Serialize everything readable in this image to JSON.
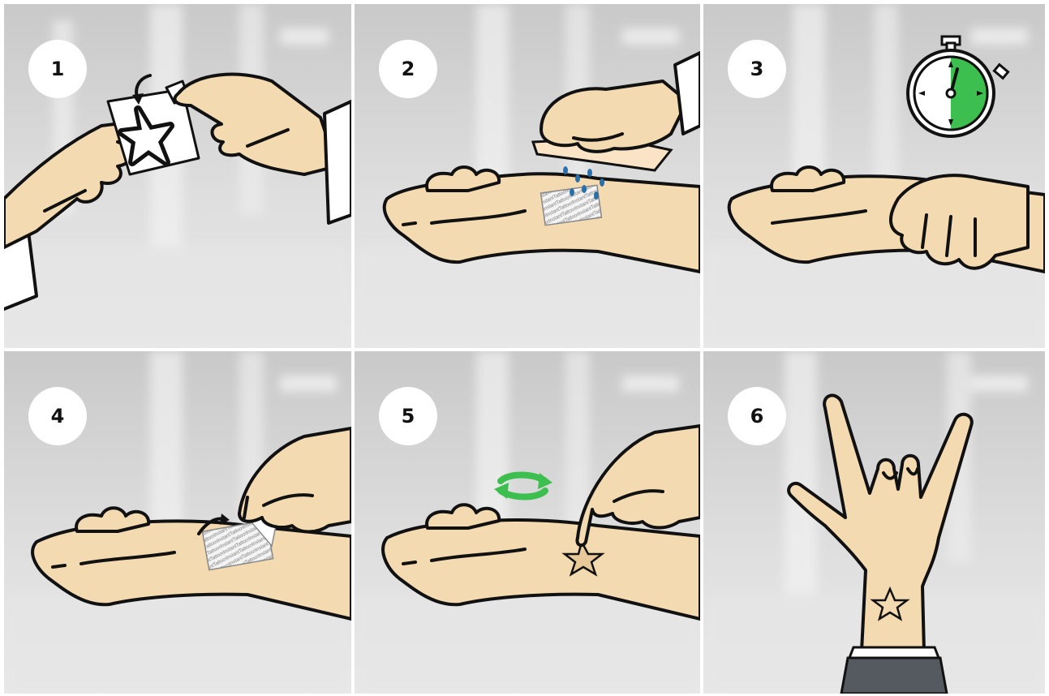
{
  "steps": [
    {
      "number": "1",
      "icon": "peel-film-icon"
    },
    {
      "number": "2",
      "icon": "wet-cloth-icon"
    },
    {
      "number": "3",
      "icon": "stopwatch-icon"
    },
    {
      "number": "4",
      "icon": "peel-backing-icon"
    },
    {
      "number": "5",
      "icon": "rotate-arrows-icon"
    },
    {
      "number": "6",
      "icon": "rock-hand-icon"
    }
  ],
  "colors": {
    "skin": "#f3dab0",
    "outline": "#111111",
    "background": "#d9d9d9",
    "badge": "#ffffff",
    "timer_green": "#3cbf4e",
    "arrow_green": "#3cbf4e",
    "water": "#2a6fa8",
    "sleeve_dark": "#555a60"
  },
  "decal_text": "InstantTattoos.com"
}
